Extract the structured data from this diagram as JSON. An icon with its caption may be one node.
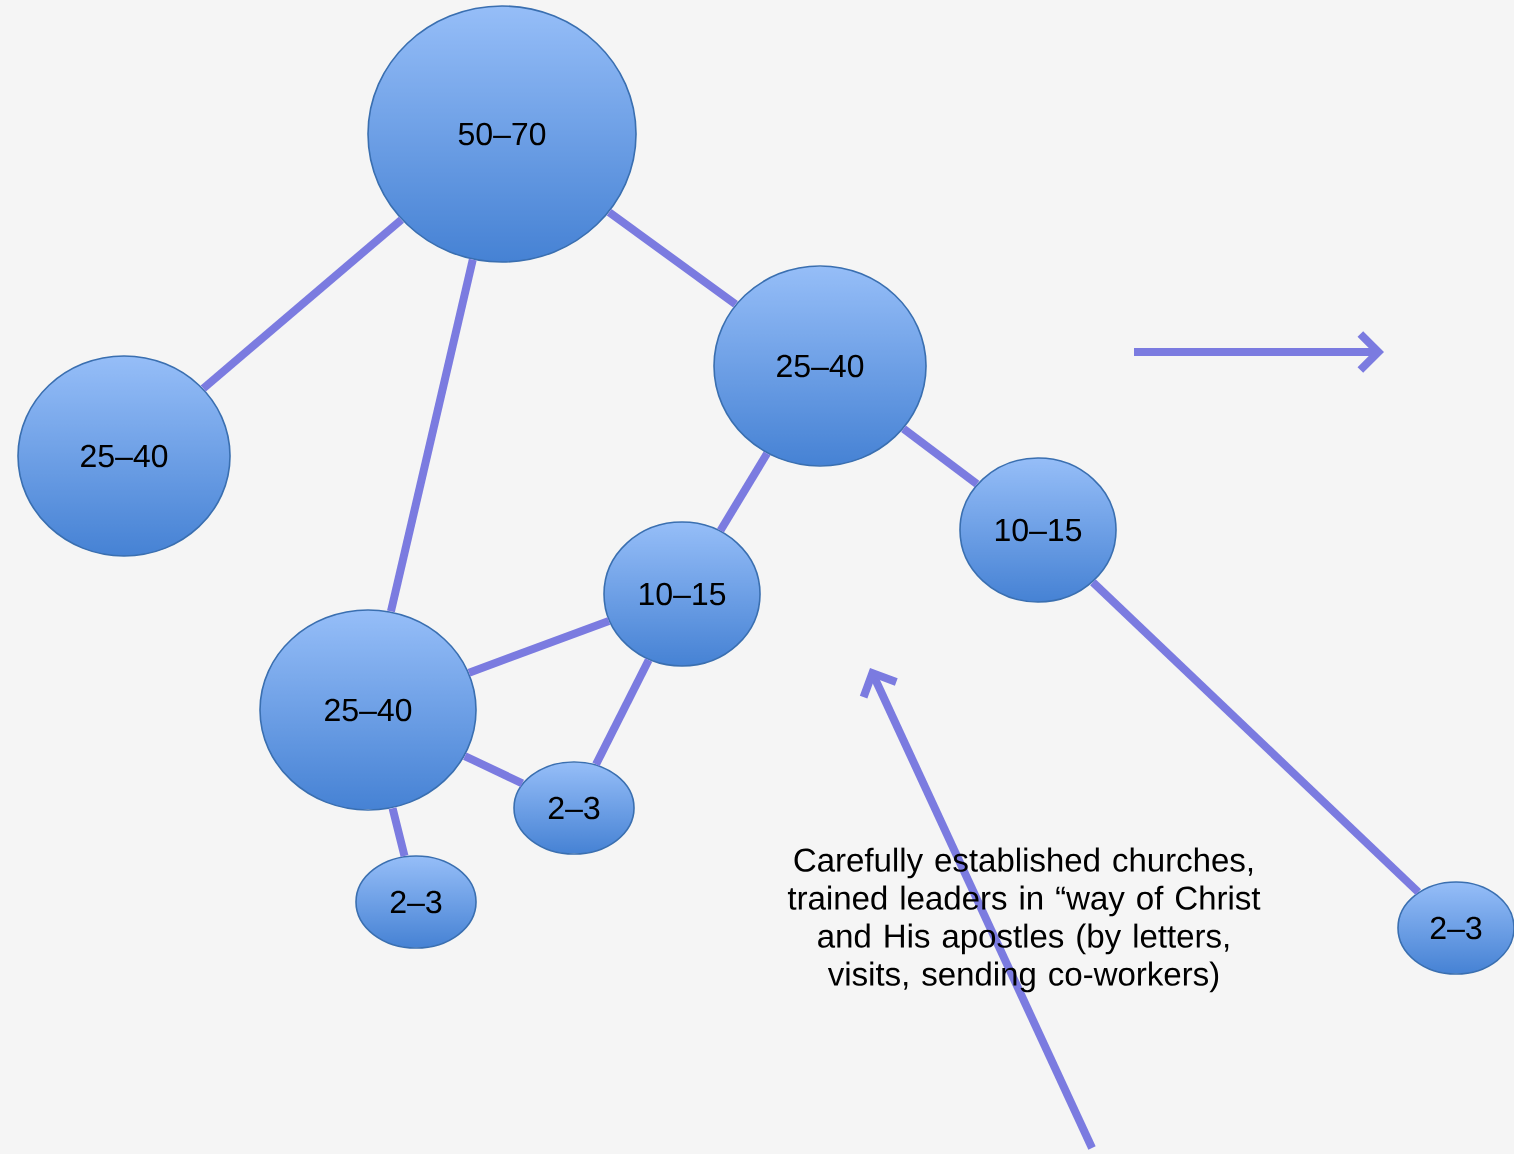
{
  "diagram": {
    "nodes": [
      {
        "text": [
          "50–70"
        ]
      },
      {
        "text": [
          "25–40"
        ]
      },
      {
        "text": [
          "25–40"
        ]
      },
      {
        "text": [
          "10–15"
        ]
      },
      {
        "text": [
          "10–15"
        ]
      },
      {
        "text": [
          "25–40"
        ]
      },
      {
        "text": [
          "2–3"
        ]
      },
      {
        "text": [
          "2–3"
        ]
      },
      {
        "text": [
          "2–3"
        ]
      }
    ],
    "edges": [
      {
        "from": 0,
        "to": 1,
        "arrow": "none"
      },
      {
        "from": 0,
        "to": 2,
        "arrow": "none"
      },
      {
        "from": 0,
        "to": 5,
        "arrow": "none"
      },
      {
        "from": 2,
        "to": 4,
        "arrow": "none"
      },
      {
        "from": 2,
        "to": 3,
        "arrow": "none"
      },
      {
        "from": 4,
        "to": 5,
        "arrow": "none"
      },
      {
        "from": 4,
        "to": 6,
        "arrow": "none"
      },
      {
        "from": 5,
        "to": 6,
        "arrow": "none"
      },
      {
        "from": 5,
        "to": 7,
        "arrow": "none"
      },
      {
        "from": 3,
        "to": 8,
        "arrow": "none"
      }
    ],
    "labels": [
      "Carefully established churches, trained leaders in “way of Christ and His apostles (by letters, visits, sending co-workers)"
    ]
  }
}
